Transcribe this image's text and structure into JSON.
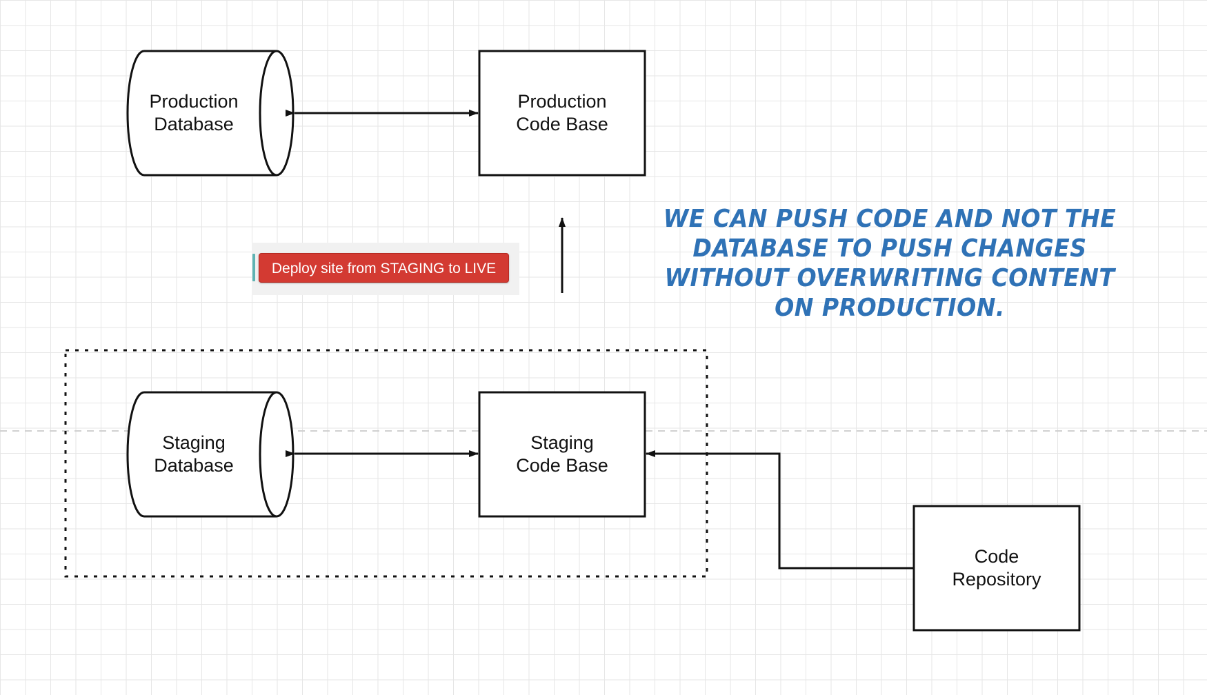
{
  "nodes": {
    "production_database": {
      "line1": "Production",
      "line2": "Database"
    },
    "production_code_base": {
      "line1": "Production",
      "line2": "Code Base"
    },
    "staging_database": {
      "line1": "Staging",
      "line2": "Database"
    },
    "staging_code_base": {
      "line1": "Staging",
      "line2": "Code Base"
    },
    "code_repository": {
      "line1": "Code",
      "line2": "Repository"
    }
  },
  "deploy_button": {
    "label": "Deploy site from STAGING to LIVE"
  },
  "annotation": {
    "line1": "WE CAN PUSH CODE AND NOT THE",
    "line2": "DATABASE TO PUSH CHANGES",
    "line3": "WITHOUT OVERWRITING CONTENT",
    "line4": "ON PRODUCTION."
  },
  "colors": {
    "annotation": "#2f72b6",
    "deploy_button": "#d33a32",
    "stroke": "#111111"
  }
}
